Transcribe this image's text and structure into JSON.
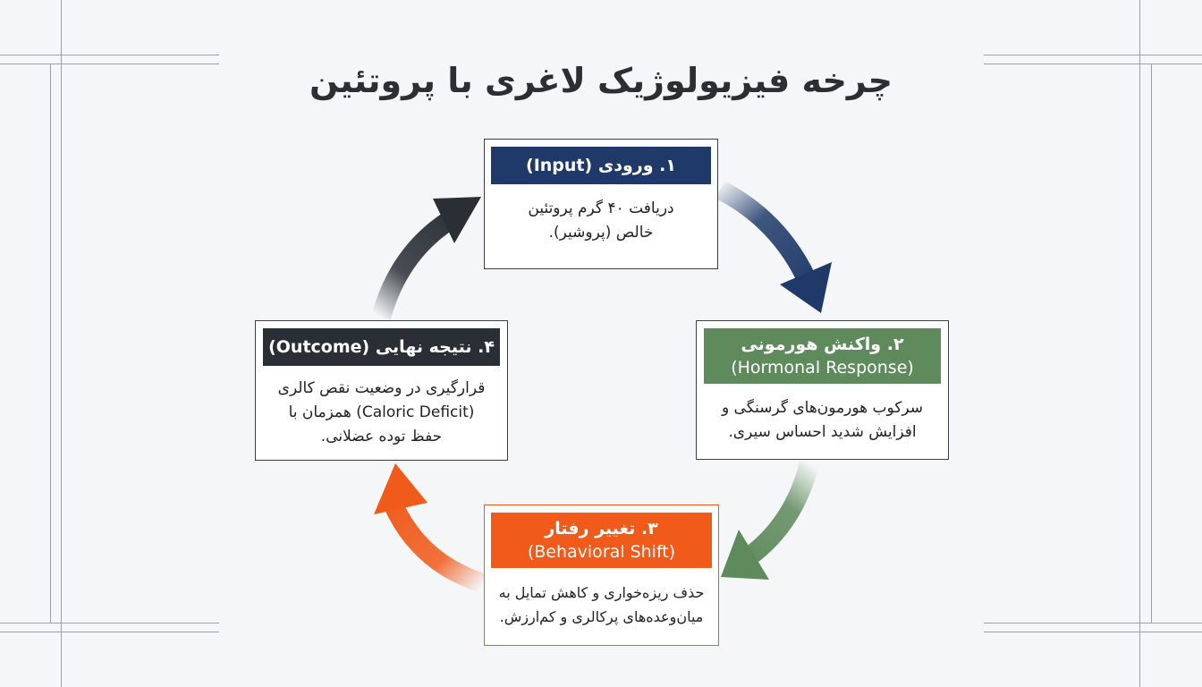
{
  "title": "چرخه فیزیولوژیک لاغری با پروتئین",
  "colors": {
    "input": "#1f3a68",
    "hormonal": "#5f8a5c",
    "behavioral": "#f05a1a",
    "outcome": "#2a2f36",
    "background": "#f4f6f7"
  },
  "steps": [
    {
      "header": "۱. ورودی (Input)",
      "body_line1": "دریافت ۴۰ گرم پروتئین",
      "body_line2": "خالص (پروشیر)."
    },
    {
      "header_line1": "۲. واکنش هورمونی",
      "header_line2": "(Hormonal Response)",
      "body_line1": "سرکوب هورمون‌های گرسنگی و",
      "body_line2": "افزایش شدید احساس سیری."
    },
    {
      "header_line1": "۳. تغییر رفتار",
      "header_line2": "(Behavioral Shift)",
      "body_line1": "حذف ریزه‌خواری و کاهش تمایل به",
      "body_line2": "میان‌وعده‌های پرکالری و کم‌ارزش."
    },
    {
      "header": "۴. نتیجه نهایی (Outcome)",
      "body_line1": "قرارگیری در وضعیت نقص کالری",
      "body_line2": "(Caloric Deficit) همزمان با",
      "body_line3": "حفظ توده عضلانی."
    }
  ]
}
